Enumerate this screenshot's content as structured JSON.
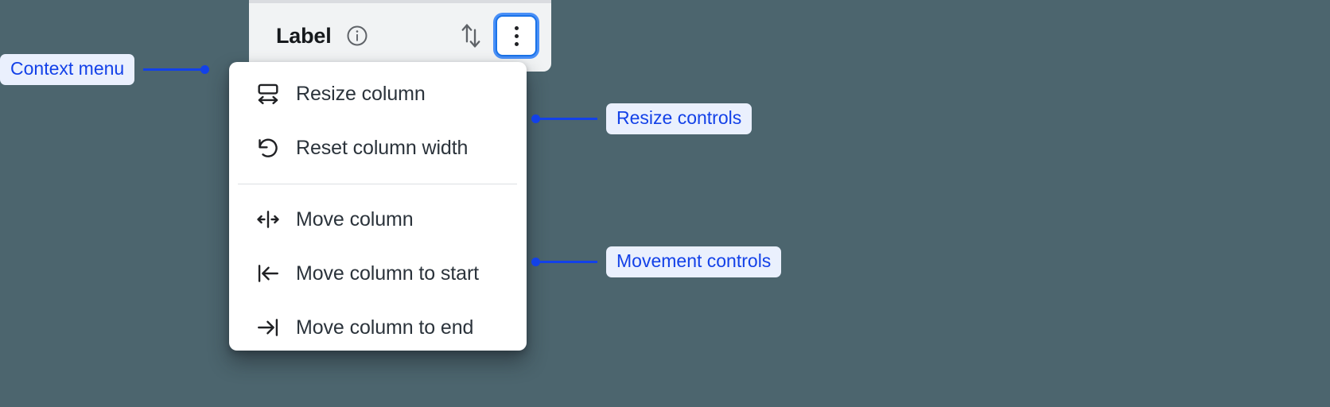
{
  "background_color": "#4c656e",
  "accent_color": "#1341e8",
  "focus_ring_color": "#1a73e8",
  "column_header": {
    "label": "Label",
    "info_icon": "info-circle-icon",
    "sort_icon": "sort-up-down-icon",
    "overflow_icon": "kebab-menu-icon"
  },
  "context_menu": {
    "groups": [
      {
        "name": "resize",
        "items": [
          {
            "icon": "resize-column-icon",
            "label": "Resize column"
          },
          {
            "icon": "reset-width-icon",
            "label": "Reset column width"
          }
        ]
      },
      {
        "name": "movement",
        "items": [
          {
            "icon": "move-column-icon",
            "label": "Move column"
          },
          {
            "icon": "move-to-start-icon",
            "label": "Move column to start"
          },
          {
            "icon": "move-to-end-icon",
            "label": "Move column to end"
          }
        ]
      }
    ]
  },
  "annotations": [
    {
      "id": "context-menu",
      "label": "Context menu",
      "side": "left"
    },
    {
      "id": "resize",
      "label": "Resize controls",
      "side": "right"
    },
    {
      "id": "movement",
      "label": "Movement controls",
      "side": "right"
    }
  ]
}
